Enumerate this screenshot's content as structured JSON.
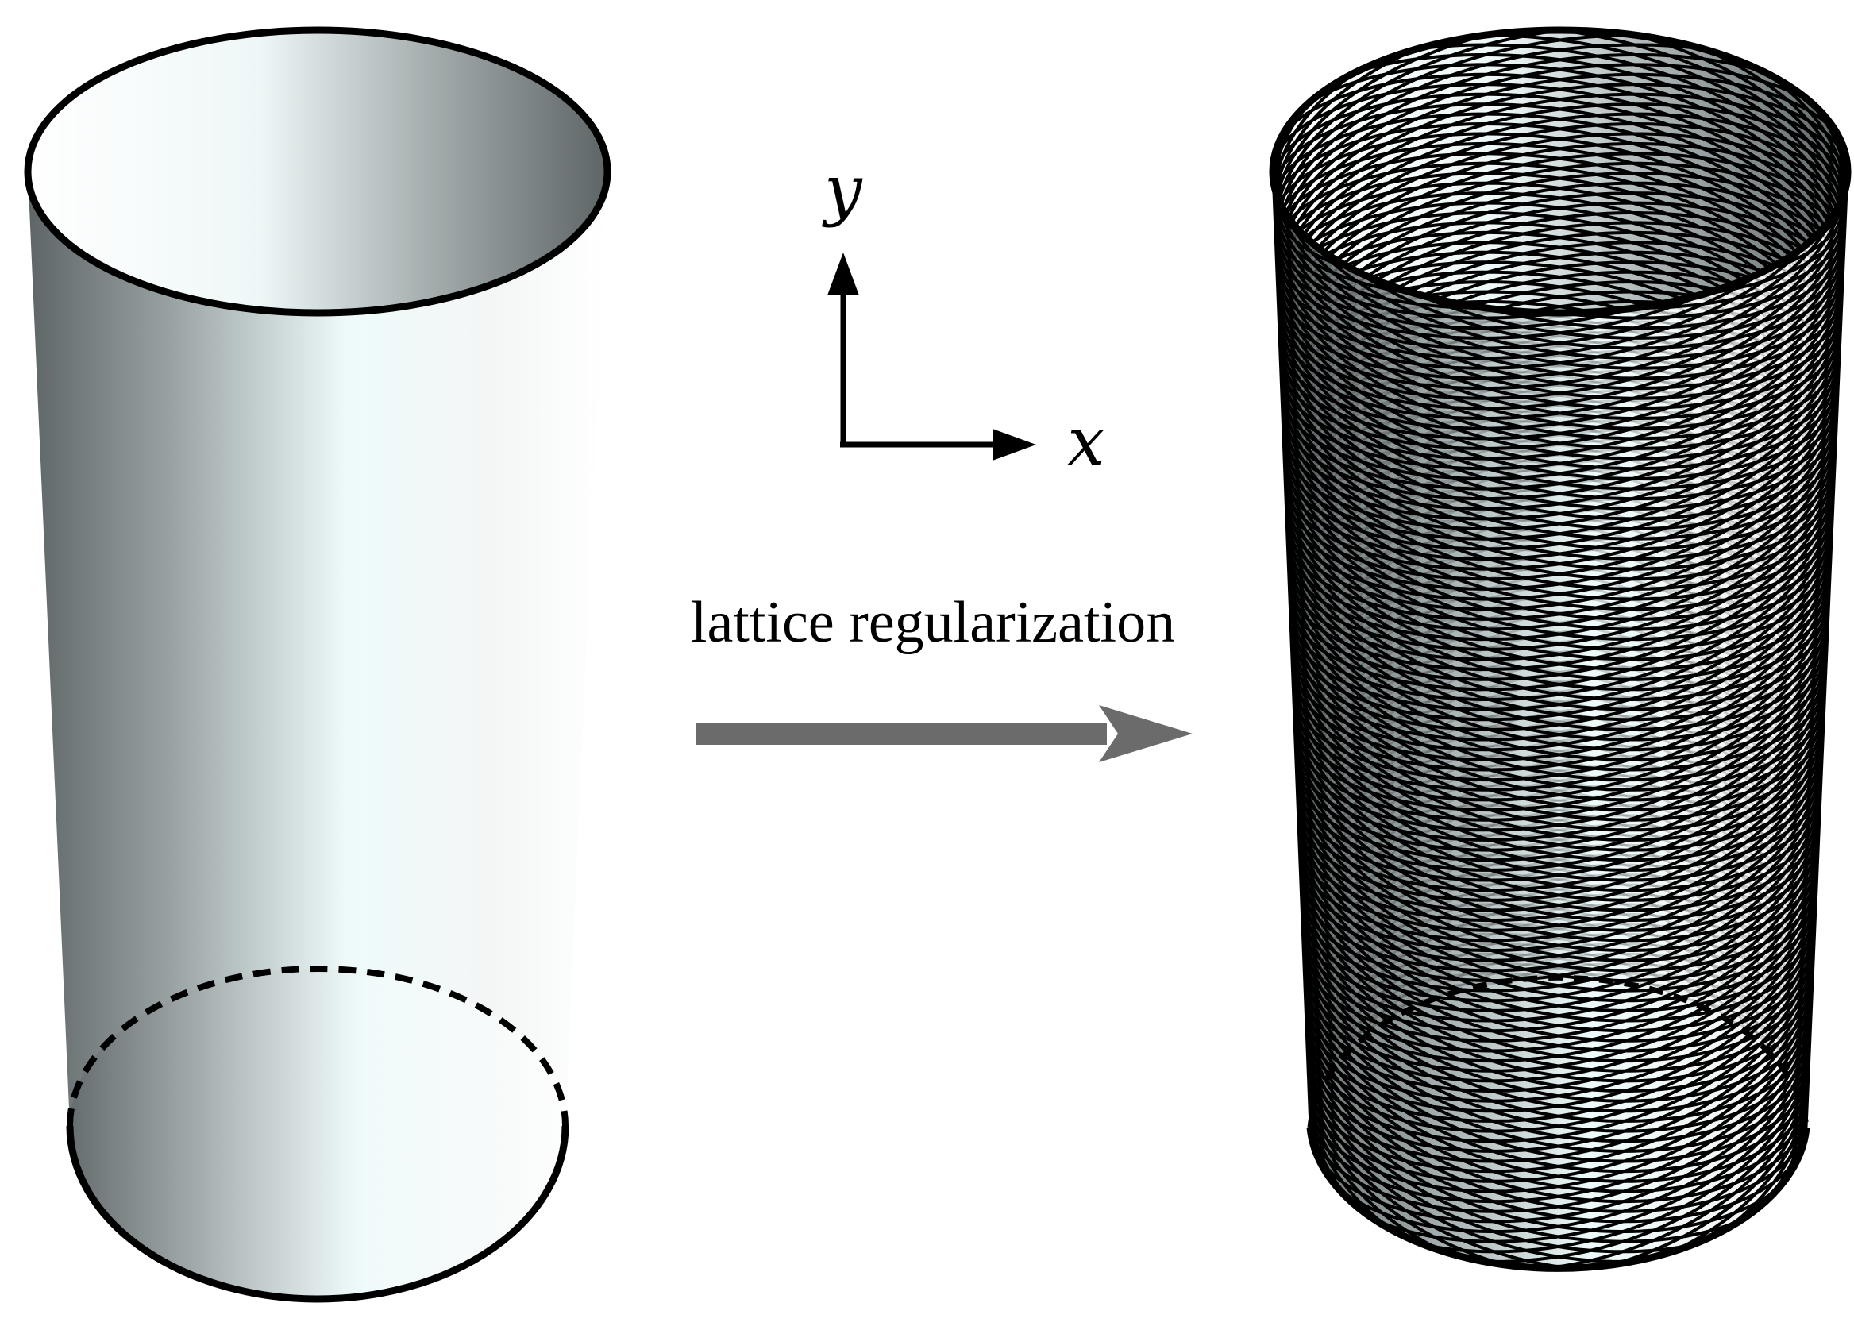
{
  "axes": {
    "y_label": "y",
    "x_label": "x"
  },
  "transition": {
    "label": "lattice regularization"
  },
  "colors": {
    "arrow": "#6b6b6b",
    "shade_dark": "#5e6566",
    "shade_light": "#f2fafa",
    "outline": "#000000"
  },
  "lattice": {
    "line_count": 24,
    "pitch_turns": 0.55
  }
}
